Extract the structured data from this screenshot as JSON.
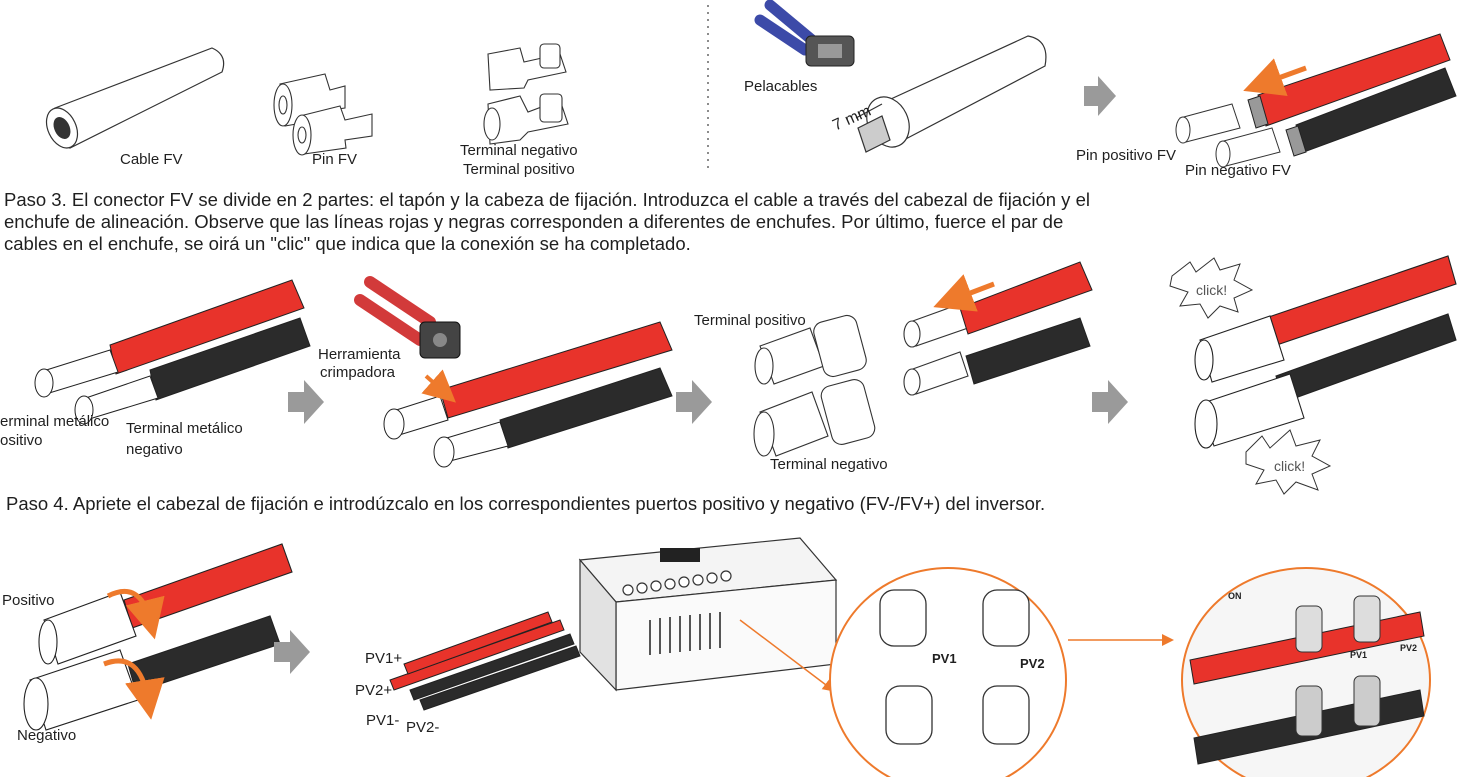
{
  "section1": {
    "labels": {
      "cable": "Cable FV",
      "pin": "Pin FV",
      "terminal_neg": "Terminal negativo",
      "terminal_pos": "Terminal positivo"
    }
  },
  "section2": {
    "labels": {
      "stripper": "Pelacables",
      "strip_length": "7 mm",
      "pin_pos": "Pin positivo FV",
      "pin_neg": "Pin negativo FV"
    }
  },
  "step3": {
    "text_lines": [
      "Paso 3. El conector FV se divide en 2 partes: el tapón y la cabeza de fijación. Introduzca el cable a través del cabezal de fijación y el",
      "enchufe de alineación. Observe que las líneas rojas y negras corresponden a diferentes de enchufes. Por último, fuerce el par de",
      "cables en el enchufe, se oirá un \"clic\" que indica que la conexión se ha completado."
    ],
    "labels": {
      "metal_pos_1": "erminal metálico",
      "metal_pos_2": "ositivo",
      "metal_neg_1": "Terminal metálico",
      "metal_neg_2": "negativo",
      "crimper_1": "Herramienta",
      "crimper_2": "crimpadora",
      "terminal_pos": "Terminal positivo",
      "terminal_neg": "Terminal negativo",
      "click_top": "click!",
      "click_bottom": "click!"
    }
  },
  "step4": {
    "text": "Paso 4. Apriete el cabezal de fijación e introdúzcalo en los correspondientes puertos positivo y negativo (FV-/FV+) del inversor.",
    "labels": {
      "positive": "Positivo",
      "negative": "Negativo",
      "pv1_plus": "PV1+",
      "pv2_plus": "PV2+",
      "pv1_minus": "PV1-",
      "pv2_minus": "PV2-",
      "zoom_pv1": "PV1",
      "zoom_pv2": "PV2",
      "zoom2_on": "ON",
      "zoom2_pv2": "PV2",
      "zoom2_pv1": "PV1"
    }
  },
  "colors": {
    "cable_red": "#e8332b",
    "cable_black": "#2b2b2b",
    "accent_orange": "#ee7a2c",
    "arrow_grey": "#9a9a9a",
    "line_grey": "#444444"
  }
}
